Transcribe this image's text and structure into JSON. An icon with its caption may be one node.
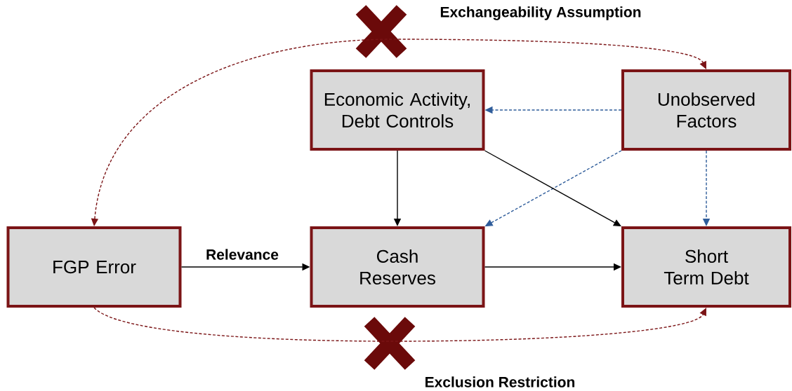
{
  "diagram": {
    "nodes": [
      {
        "text": [
          "Economic Activity, Debt Controls"
        ]
      },
      {
        "text": [
          "Unobserved Factors"
        ]
      },
      {
        "text": [
          "FGP Error"
        ]
      },
      {
        "text": [
          "Cash Reserves"
        ]
      },
      {
        "text": [
          "Short Term Debt"
        ]
      }
    ],
    "edges": [
      {
        "from": 1,
        "to": 0,
        "arrow": "to",
        "style": "dashed",
        "color": "#2e5c9a"
      },
      {
        "from": 1,
        "to": 3,
        "arrow": "to",
        "style": "dashed",
        "color": "#2e5c9a"
      },
      {
        "from": 1,
        "to": 4,
        "arrow": "to",
        "style": "dashed",
        "color": "#2e5c9a"
      },
      {
        "from": 0,
        "to": 3,
        "arrow": "to"
      },
      {
        "from": 0,
        "to": 4,
        "arrow": "to"
      },
      {
        "from": 2,
        "to": 3,
        "arrow": "to",
        "label": "Relevance"
      },
      {
        "from": 3,
        "to": 4,
        "arrow": "to"
      },
      {
        "from": 2,
        "to": 1,
        "arrow": "both",
        "style": "dashed",
        "color": "#7b1416",
        "label": "Exchangeability Assumption"
      },
      {
        "from": 2,
        "to": 4,
        "arrow": "to",
        "style": "dashed",
        "color": "#7b1416",
        "label": "Exclusion Restriction"
      }
    ]
  }
}
